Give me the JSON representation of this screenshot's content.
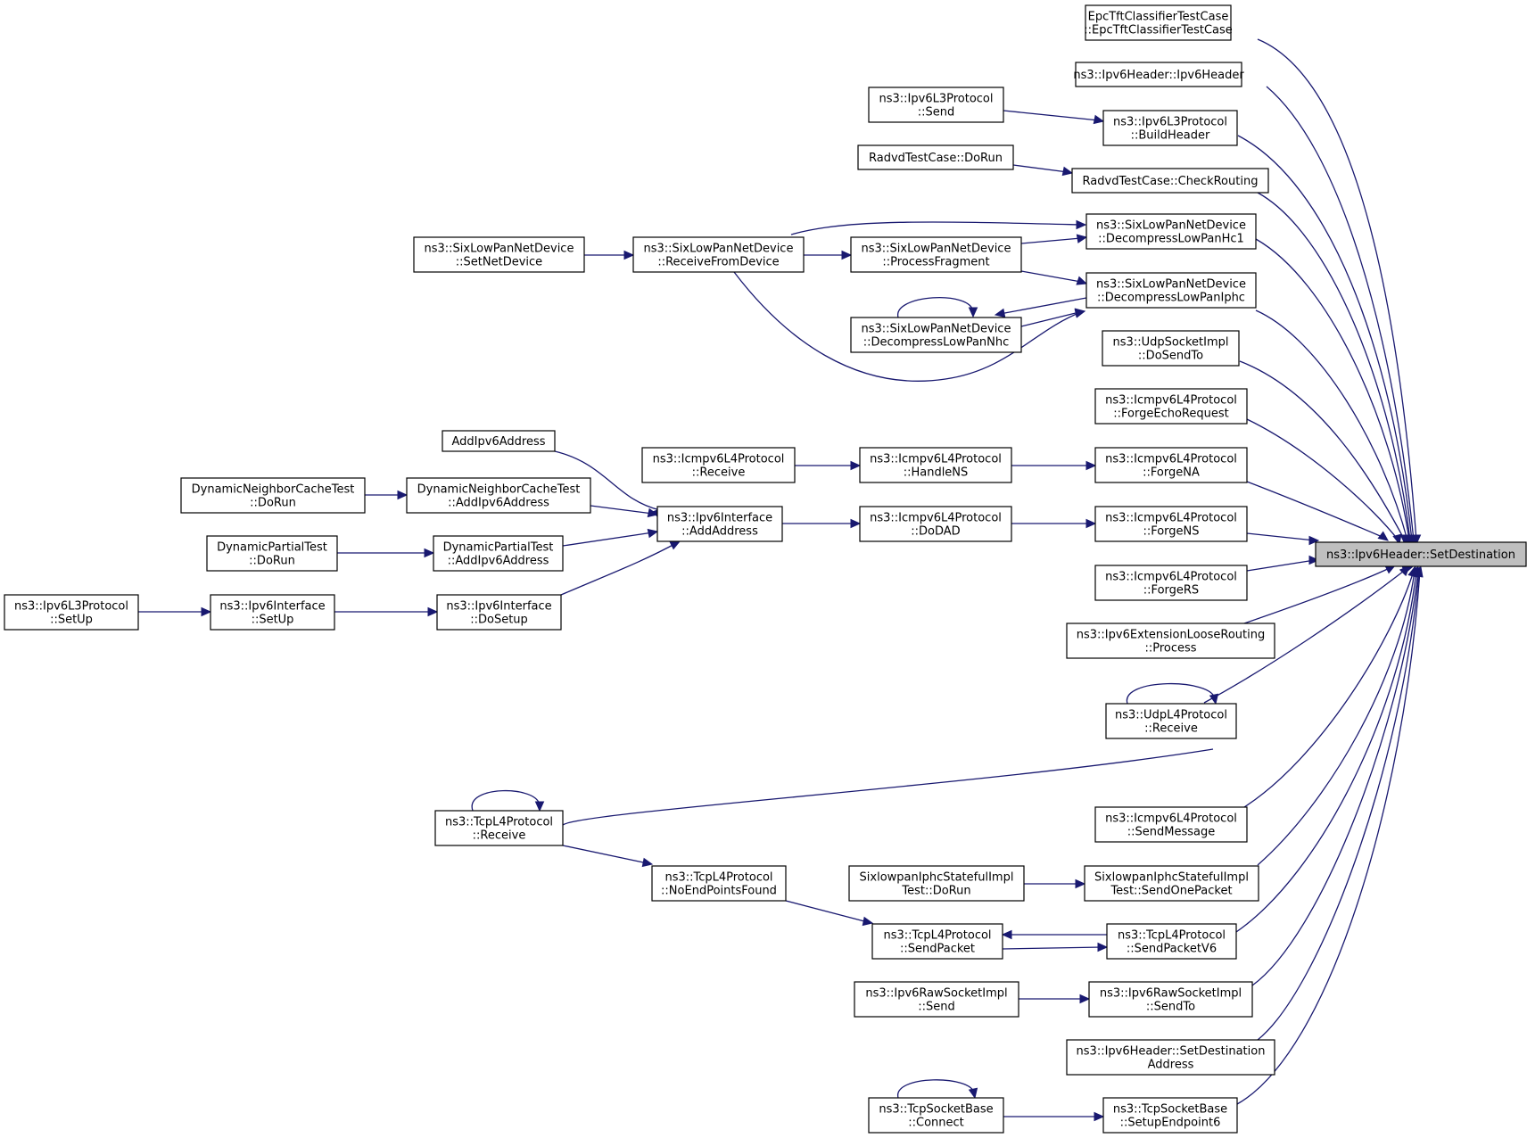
{
  "nodes": [
    {
      "id": "setdest",
      "lines": [
        "ns3::Ipv6Header::SetDestination"
      ],
      "focus": true
    },
    {
      "id": "epc",
      "lines": [
        "EpcTftClassifierTestCase",
        "::EpcTftClassifierTestCase"
      ]
    },
    {
      "id": "ipv6hdr",
      "lines": [
        "ns3::Ipv6Header::Ipv6Header"
      ]
    },
    {
      "id": "l3send",
      "lines": [
        "ns3::Ipv6L3Protocol",
        "::Send"
      ]
    },
    {
      "id": "buildhdr",
      "lines": [
        "ns3::Ipv6L3Protocol",
        "::BuildHeader"
      ]
    },
    {
      "id": "radvdrun",
      "lines": [
        "RadvdTestCase::DoRun"
      ]
    },
    {
      "id": "checkrt",
      "lines": [
        "RadvdTestCase::CheckRouting"
      ]
    },
    {
      "id": "setnetdev",
      "lines": [
        "ns3::SixLowPanNetDevice",
        "::SetNetDevice"
      ]
    },
    {
      "id": "recvfromdev",
      "lines": [
        "ns3::SixLowPanNetDevice",
        "::ReceiveFromDevice"
      ]
    },
    {
      "id": "procfrag",
      "lines": [
        "ns3::SixLowPanNetDevice",
        "::ProcessFragment"
      ]
    },
    {
      "id": "hc1",
      "lines": [
        "ns3::SixLowPanNetDevice",
        "::DecompressLowPanHc1"
      ]
    },
    {
      "id": "iphc",
      "lines": [
        "ns3::SixLowPanNetDevice",
        "::DecompressLowPanIphc"
      ]
    },
    {
      "id": "nhc",
      "lines": [
        "ns3::SixLowPanNetDevice",
        "::DecompressLowPanNhc"
      ]
    },
    {
      "id": "udpsendto",
      "lines": [
        "ns3::UdpSocketImpl",
        "::DoSendTo"
      ]
    },
    {
      "id": "forgeecho",
      "lines": [
        "ns3::Icmpv6L4Protocol",
        "::ForgeEchoRequest"
      ]
    },
    {
      "id": "addv6addr",
      "lines": [
        "AddIpv6Address"
      ]
    },
    {
      "id": "icmprecv",
      "lines": [
        "ns3::Icmpv6L4Protocol",
        "::Receive"
      ]
    },
    {
      "id": "handlens",
      "lines": [
        "ns3::Icmpv6L4Protocol",
        "::HandleNS"
      ]
    },
    {
      "id": "forgena",
      "lines": [
        "ns3::Icmpv6L4Protocol",
        "::ForgeNA"
      ]
    },
    {
      "id": "dnctrun",
      "lines": [
        "DynamicNeighborCacheTest",
        "::DoRun"
      ]
    },
    {
      "id": "dnctadd",
      "lines": [
        "DynamicNeighborCacheTest",
        "::AddIpv6Address"
      ]
    },
    {
      "id": "ifaceadd",
      "lines": [
        "ns3::Ipv6Interface",
        "::AddAddress"
      ]
    },
    {
      "id": "dodad",
      "lines": [
        "ns3::Icmpv6L4Protocol",
        "::DoDAD"
      ]
    },
    {
      "id": "forgens",
      "lines": [
        "ns3::Icmpv6L4Protocol",
        "::ForgeNS"
      ]
    },
    {
      "id": "dptrun",
      "lines": [
        "DynamicPartialTest",
        "::DoRun"
      ]
    },
    {
      "id": "dptadd",
      "lines": [
        "DynamicPartialTest",
        "::AddIpv6Address"
      ]
    },
    {
      "id": "forgers",
      "lines": [
        "ns3::Icmpv6L4Protocol",
        "::ForgeRS"
      ]
    },
    {
      "id": "l3setup",
      "lines": [
        "ns3::Ipv6L3Protocol",
        "::SetUp"
      ]
    },
    {
      "id": "ifsetup",
      "lines": [
        "ns3::Ipv6Interface",
        "::SetUp"
      ]
    },
    {
      "id": "ifdosetup",
      "lines": [
        "ns3::Ipv6Interface",
        "::DoSetup"
      ]
    },
    {
      "id": "looseproc",
      "lines": [
        "ns3::Ipv6ExtensionLooseRouting",
        "::Process"
      ]
    },
    {
      "id": "udprecv",
      "lines": [
        "ns3::UdpL4Protocol",
        "::Receive"
      ]
    },
    {
      "id": "tcprecv",
      "lines": [
        "ns3::TcpL4Protocol",
        "::Receive"
      ]
    },
    {
      "id": "icmpsendmsg",
      "lines": [
        "ns3::Icmpv6L4Protocol",
        "::SendMessage"
      ]
    },
    {
      "id": "noendpoints",
      "lines": [
        "ns3::TcpL4Protocol",
        "::NoEndPointsFound"
      ]
    },
    {
      "id": "sixrun",
      "lines": [
        "SixlowpanIphcStatefulImpl",
        "Test::DoRun"
      ]
    },
    {
      "id": "sixsend",
      "lines": [
        "SixlowpanIphcStatefulImpl",
        "Test::SendOnePacket"
      ]
    },
    {
      "id": "tcpsendpkt",
      "lines": [
        "ns3::TcpL4Protocol",
        "::SendPacket"
      ]
    },
    {
      "id": "tcpsendv6",
      "lines": [
        "ns3::TcpL4Protocol",
        "::SendPacketV6"
      ]
    },
    {
      "id": "rawsend",
      "lines": [
        "ns3::Ipv6RawSocketImpl",
        "::Send"
      ]
    },
    {
      "id": "rawsendto",
      "lines": [
        "ns3::Ipv6RawSocketImpl",
        "::SendTo"
      ]
    },
    {
      "id": "setdestaddr",
      "lines": [
        "ns3::Ipv6Header::SetDestination",
        "Address"
      ]
    },
    {
      "id": "tcpconnect",
      "lines": [
        "ns3::TcpSocketBase",
        "::Connect"
      ]
    },
    {
      "id": "setupep6",
      "lines": [
        "ns3::TcpSocketBase",
        "::SetupEndpoint6"
      ]
    }
  ]
}
